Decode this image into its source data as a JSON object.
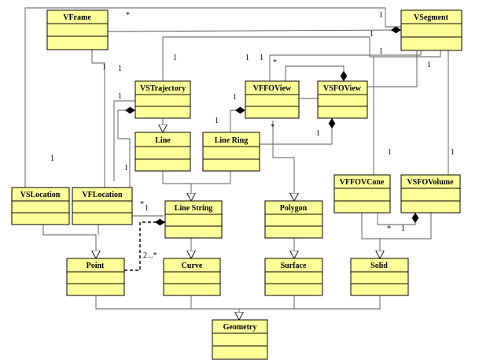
{
  "classes": {
    "vframe": "VFrame",
    "vsegment": "VSegment",
    "vstrajectory": "VSTrajectory",
    "vffoview": "VFFOView",
    "vsfoview": "VSFOView",
    "line": "Line",
    "linering": "Line Ring",
    "vslocation": "VSLocation",
    "vflocation": "VFLocation",
    "linestring": "Line String",
    "polygon": "Polygon",
    "vffovcone": "VFFOVCone",
    "vsfovolume": "VSFOVolume",
    "point": "Point",
    "curve": "Curve",
    "surface": "Surface",
    "solid": "Solid",
    "geometry": "Geometry"
  },
  "multiplicities": {
    "frame_star": "*",
    "frame_seg_1a": "1",
    "frame_seg_1b": "1",
    "frame_loc_1": "1",
    "traj_1a": "1",
    "traj_1b": "1",
    "traj_1c": "1",
    "traj_1d": "1",
    "traj_1e": "1",
    "traj_1f": "1",
    "ffo_star_top": "*",
    "seg_ffo_1": "1",
    "ffo_1_left": "1",
    "ffo_star_mid": "*",
    "ring_1": "1",
    "vsfo_1": "1",
    "seg_sfo_1": "1",
    "seg_cone_1": "1",
    "seg_vol_1": "1",
    "vsloc_1": "1",
    "vfloc_star": "*",
    "vfloc_1": "1",
    "point_ls": "2 ..*",
    "cone_star": "*",
    "vol_1": "1"
  },
  "colors": {
    "class_fill": "#ffff99",
    "class_stroke": "#000000",
    "edge": "#555555"
  }
}
